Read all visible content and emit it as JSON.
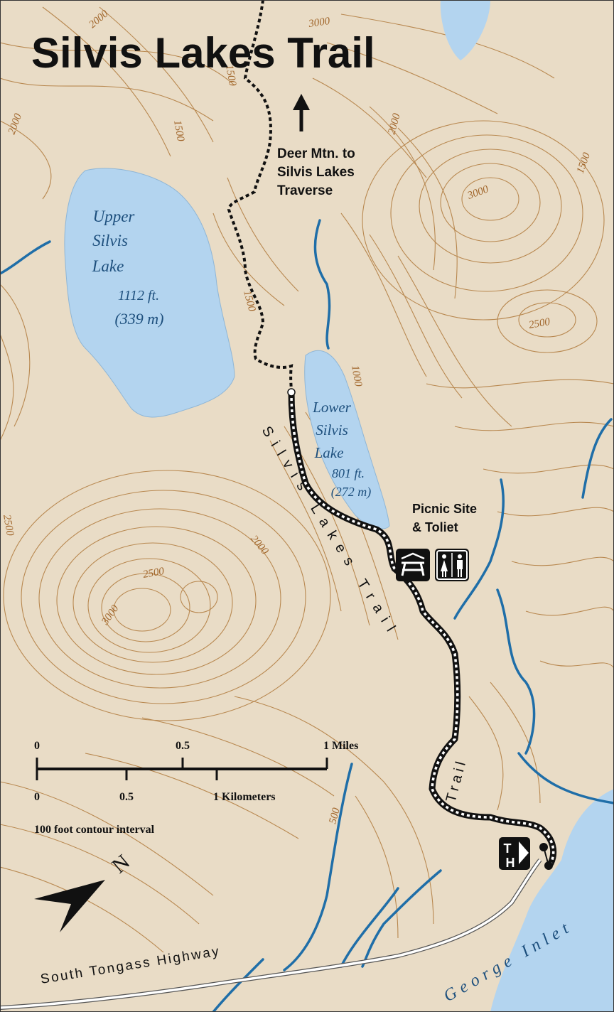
{
  "map": {
    "title": "Silvis Lakes Trail",
    "labels": {
      "upper_lake_name": [
        "Upper",
        "Silvis",
        "Lake"
      ],
      "upper_lake_elevation": [
        "1112 ft.",
        "(339 m)"
      ],
      "lower_lake_name": [
        "Lower",
        "Silvis",
        "Lake"
      ],
      "lower_lake_elevation": [
        "801 ft.",
        "(272 m)"
      ],
      "traverse": [
        "Deer Mtn. to",
        "Silvis Lakes",
        "Traverse"
      ],
      "picnic": [
        "Picnic Site",
        "& Toliet"
      ],
      "trail_name_main": "Silvis Lakes Trail",
      "trail_name_lower": "Trail",
      "highway": "South Tongass Highway",
      "inlet": "George Inlet",
      "trailhead_top": "T",
      "trailhead_bottom": "H"
    },
    "contour_labels": [
      "3000",
      "1500",
      "2000",
      "2000",
      "1500",
      "3000",
      "2500",
      "1000",
      "1500",
      "2000",
      "2500",
      "3000",
      "2500",
      "500",
      "1500",
      "2000"
    ],
    "scale_bar": {
      "miles_ticks": [
        "0",
        "0.5",
        "1 Miles"
      ],
      "km_ticks": [
        "0",
        "0.5",
        "1 Kilometers"
      ],
      "contour_interval": "100 foot contour interval"
    },
    "north_arrow": "N",
    "icons": [
      "north-arrow-icon",
      "picnic-table-icon",
      "restroom-icon",
      "trailhead-icon",
      "parking-marker-icon"
    ],
    "colors": {
      "terrain": "#e9dcc6",
      "contour": "#b07a3c",
      "water": "#b3d4ef",
      "stream": "#1f6ea8",
      "trail": "#111111",
      "title": "#111111"
    }
  }
}
